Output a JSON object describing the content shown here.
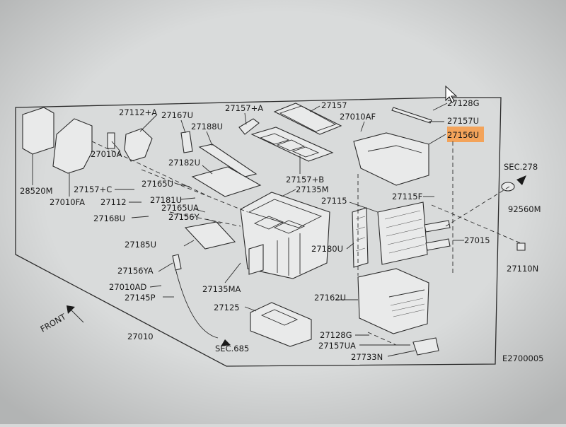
{
  "diagram": {
    "code": "E2700005",
    "front_label": "FRONT",
    "highlight_color": "#f3a35a",
    "labels": [
      {
        "id": "27112A",
        "text": "27112+A"
      },
      {
        "id": "27167U",
        "text": "27167U"
      },
      {
        "id": "27157A",
        "text": "27157+A"
      },
      {
        "id": "27157",
        "text": "27157"
      },
      {
        "id": "27128G",
        "text": "27128G"
      },
      {
        "id": "27010AF",
        "text": "27010AF"
      },
      {
        "id": "27157U",
        "text": "27157U"
      },
      {
        "id": "27156U",
        "text": "27156U"
      },
      {
        "id": "27188U",
        "text": "27188U"
      },
      {
        "id": "27010A",
        "text": "27010A"
      },
      {
        "id": "27182U",
        "text": "27182U"
      },
      {
        "id": "27157B",
        "text": "27157+B"
      },
      {
        "id": "SEC278",
        "text": "SEC.278"
      },
      {
        "id": "28520M",
        "text": "28520M"
      },
      {
        "id": "27165U",
        "text": "27165U"
      },
      {
        "id": "27135M",
        "text": "27135M"
      },
      {
        "id": "27157C",
        "text": "27157+C"
      },
      {
        "id": "27181U",
        "text": "27181U"
      },
      {
        "id": "27115F",
        "text": "27115F"
      },
      {
        "id": "27010FA",
        "text": "27010FA"
      },
      {
        "id": "27112",
        "text": "27112"
      },
      {
        "id": "27165UA",
        "text": "27165UA"
      },
      {
        "id": "27115",
        "text": "27115"
      },
      {
        "id": "92560M",
        "text": "92560M"
      },
      {
        "id": "27168U",
        "text": "27168U"
      },
      {
        "id": "27156Y",
        "text": "27156Y"
      },
      {
        "id": "27015",
        "text": "27015"
      },
      {
        "id": "27185U",
        "text": "27185U"
      },
      {
        "id": "27180U",
        "text": "27180U"
      },
      {
        "id": "27156YA",
        "text": "27156YA"
      },
      {
        "id": "27110N",
        "text": "27110N"
      },
      {
        "id": "27010AD",
        "text": "27010AD"
      },
      {
        "id": "27135MA",
        "text": "27135MA"
      },
      {
        "id": "27145P",
        "text": "27145P"
      },
      {
        "id": "27162U",
        "text": "27162U"
      },
      {
        "id": "27125",
        "text": "27125"
      },
      {
        "id": "27010",
        "text": "27010"
      },
      {
        "id": "27128G_2",
        "text": "27128G"
      },
      {
        "id": "27157UA",
        "text": "27157UA"
      },
      {
        "id": "27733N",
        "text": "27733N"
      },
      {
        "id": "SEC685",
        "text": "SEC.685"
      }
    ]
  }
}
